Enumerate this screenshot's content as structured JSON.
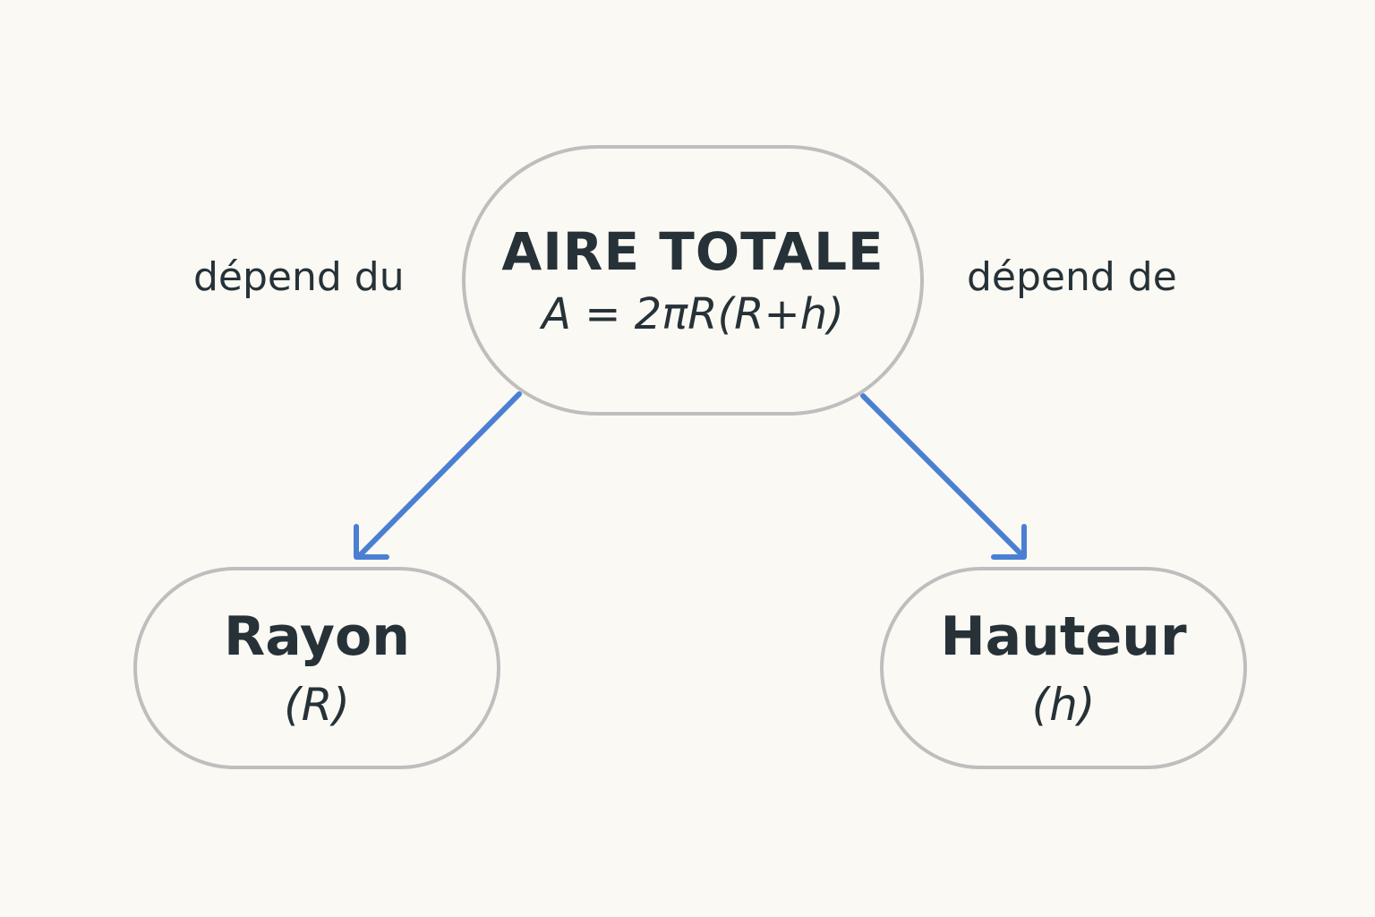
{
  "colors": {
    "background": "#fbf9f3",
    "node_border": "#bdbebd",
    "text": "#263238",
    "arrow": "#4a7fd4"
  },
  "diagram": {
    "top_node": {
      "title": "AIRE TOTALE",
      "formula": "A = 2πR(R+h)"
    },
    "left_node": {
      "label": "Rayon",
      "symbol": "(R)"
    },
    "right_node": {
      "label": "Hauteur",
      "symbol": "(h)"
    },
    "edges": [
      {
        "from": "top_node",
        "to": "left_node",
        "label": "dépend du"
      },
      {
        "from": "top_node",
        "to": "right_node",
        "label": "dépend de"
      }
    ]
  }
}
